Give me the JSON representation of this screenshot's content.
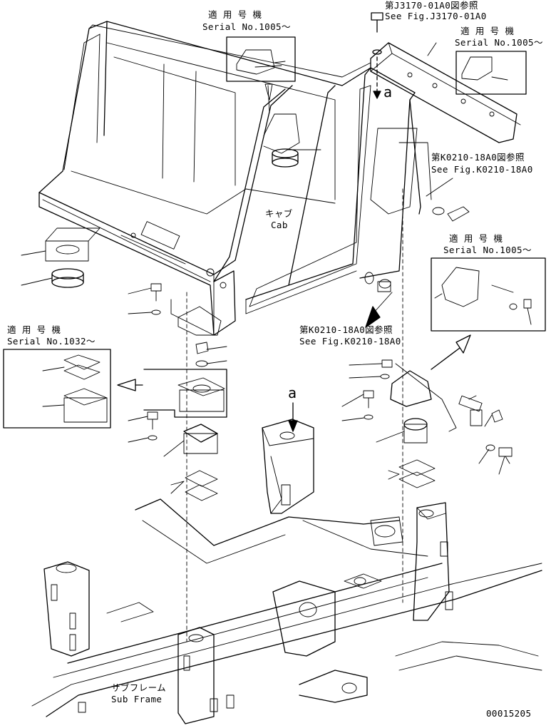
{
  "labels": {
    "ref_j3170_jp": "第J3170-01A0図参照",
    "ref_j3170_en": "See Fig.J3170-01A0",
    "serial_top_jp": "適 用 号 機",
    "serial_top_en": "Serial No.1005～",
    "serial_right_top_jp": "適 用 号 機",
    "serial_right_top_en": "Serial No.1005～",
    "ref_k0210_right_jp": "第K0210-18A0図参照",
    "ref_k0210_right_en": "See Fig.K0210-18A0",
    "cab_jp": "キャブ",
    "cab_en": "Cab",
    "serial_right_mid_jp": "適 用 号 機",
    "serial_right_mid_en": "Serial No.1005～",
    "serial_left_jp": "適 用 号 機",
    "serial_left_en": "Serial No.1032～",
    "ref_k0210_center_jp": "第K0210-18A0図参照",
    "ref_k0210_center_en": "See Fig.K0210-18A0",
    "view_a_top": "a",
    "view_a_mid": "a",
    "subframe_jp": "サブフレーム",
    "subframe_en": "Sub Frame",
    "drawing_number": "00015205"
  }
}
